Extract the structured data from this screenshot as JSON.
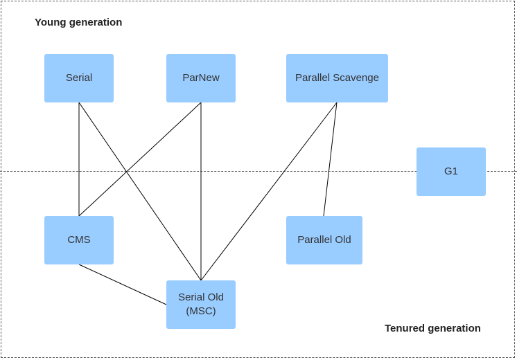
{
  "regions": {
    "young": "Young generation",
    "tenured": "Tenured generation"
  },
  "nodes": {
    "serial": "Serial",
    "parnew": "ParNew",
    "parallel_scavenge": "Parallel Scavenge",
    "g1": "G1",
    "cms": "CMS",
    "parallel_old": "Parallel Old",
    "serial_old": "Serial Old\n(MSC)"
  },
  "edges": [
    [
      "serial",
      "cms"
    ],
    [
      "serial",
      "serial_old"
    ],
    [
      "parnew",
      "cms"
    ],
    [
      "parnew",
      "serial_old"
    ],
    [
      "parallel_scavenge",
      "serial_old"
    ],
    [
      "parallel_scavenge",
      "parallel_old"
    ],
    [
      "cms",
      "serial_old"
    ]
  ],
  "colors": {
    "node_fill": "#99ccff",
    "line": "#000000",
    "border": "#555555"
  }
}
